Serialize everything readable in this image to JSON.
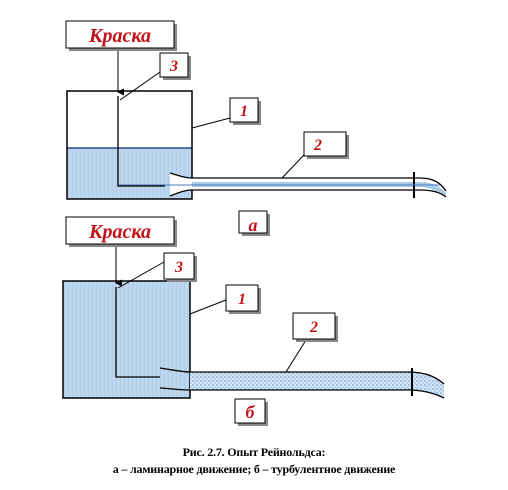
{
  "colors": {
    "water": "#bcd6ee",
    "water_hatch": "#9cbce0",
    "pipe_flow": "#a8cce8",
    "dye_dots": "#5a86c4",
    "label_red": "#c0141a",
    "label_box_shadow": "#777777"
  },
  "top_setup": {
    "dye_label": "Краска",
    "label_needle": "3",
    "label_tank": "1",
    "label_pipe": "2",
    "label_variant": "а",
    "flow": "laminar"
  },
  "bottom_setup": {
    "dye_label": "Краска",
    "label_needle": "3",
    "label_tank": "1",
    "label_pipe": "2",
    "label_variant": "б",
    "flow": "turbulent"
  },
  "caption": {
    "line1": "Рис. 2.7. Опыт Рейнольдса:",
    "line2": "а – ламинарное движение; б – турбулентное движение"
  }
}
